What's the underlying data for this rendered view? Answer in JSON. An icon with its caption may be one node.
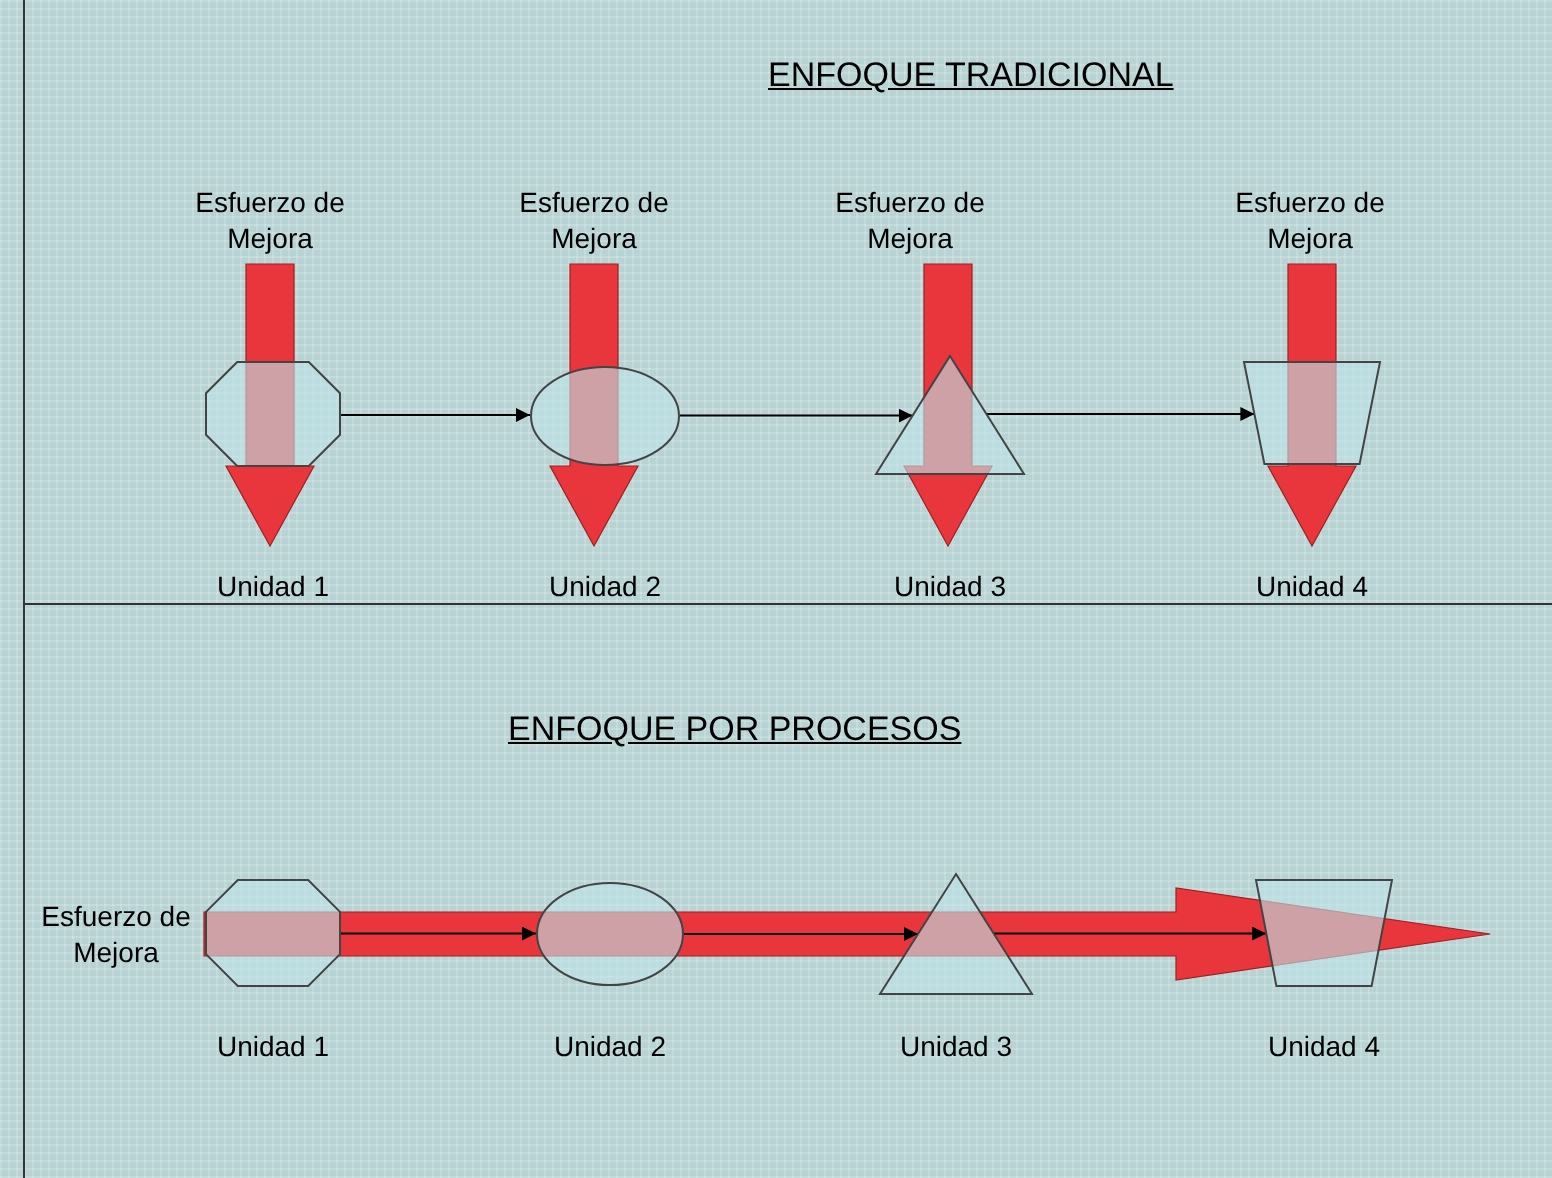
{
  "diagram": {
    "nodes": [
      {
        "text": [
          "Esfuerzo de Mejora"
        ]
      },
      {
        "text": [
          "Esfuerzo de Mejora"
        ]
      },
      {
        "text": [
          "Esfuerzo de Mejora"
        ]
      },
      {
        "text": [
          "Esfuerzo de Mejora"
        ]
      },
      {
        "text": [],
        "shape": "octagon",
        "beside": [
          "Unidad 1"
        ]
      },
      {
        "text": [],
        "shape": "ellipse",
        "beside": [
          "Unidad 2"
        ]
      },
      {
        "text": [],
        "shape": "triangle",
        "beside": [
          "Unidad 3"
        ]
      },
      {
        "text": [],
        "shape": "trapezoid",
        "beside": [
          "Unidad 4"
        ]
      },
      {
        "text": [
          "Esfuerzo de Mejora"
        ]
      },
      {
        "text": [],
        "shape": "octagon",
        "beside": [
          "Unidad 1"
        ]
      },
      {
        "text": [],
        "shape": "ellipse",
        "beside": [
          "Unidad 2"
        ]
      },
      {
        "text": [],
        "shape": "triangle",
        "beside": [
          "Unidad 3"
        ]
      },
      {
        "text": [],
        "shape": "trapezoid",
        "beside": [
          "Unidad 4"
        ]
      }
    ],
    "edges": [
      {
        "from": 0,
        "to": null,
        "arrow": "to",
        "style": "thick",
        "color": "#e8363c"
      },
      {
        "from": 1,
        "to": null,
        "arrow": "to",
        "style": "thick",
        "color": "#e8363c"
      },
      {
        "from": 2,
        "to": null,
        "arrow": "to",
        "style": "thick",
        "color": "#e8363c"
      },
      {
        "from": 3,
        "to": null,
        "arrow": "to",
        "style": "thick",
        "color": "#e8363c"
      },
      {
        "from": 4,
        "to": 5,
        "arrow": "to"
      },
      {
        "from": 5,
        "to": 6,
        "arrow": "to"
      },
      {
        "from": 6,
        "to": 7,
        "arrow": "to"
      },
      {
        "from": 8,
        "to": null,
        "arrow": "to",
        "style": "thick",
        "color": "#e8363c"
      },
      {
        "from": 9,
        "to": 10,
        "arrow": "to"
      },
      {
        "from": 10,
        "to": 11,
        "arrow": "to"
      },
      {
        "from": 11,
        "to": 12,
        "arrow": "to"
      }
    ],
    "labels": [
      "ENFOQUE TRADICIONAL",
      "ENFOQUE POR PROCESOS"
    ]
  }
}
